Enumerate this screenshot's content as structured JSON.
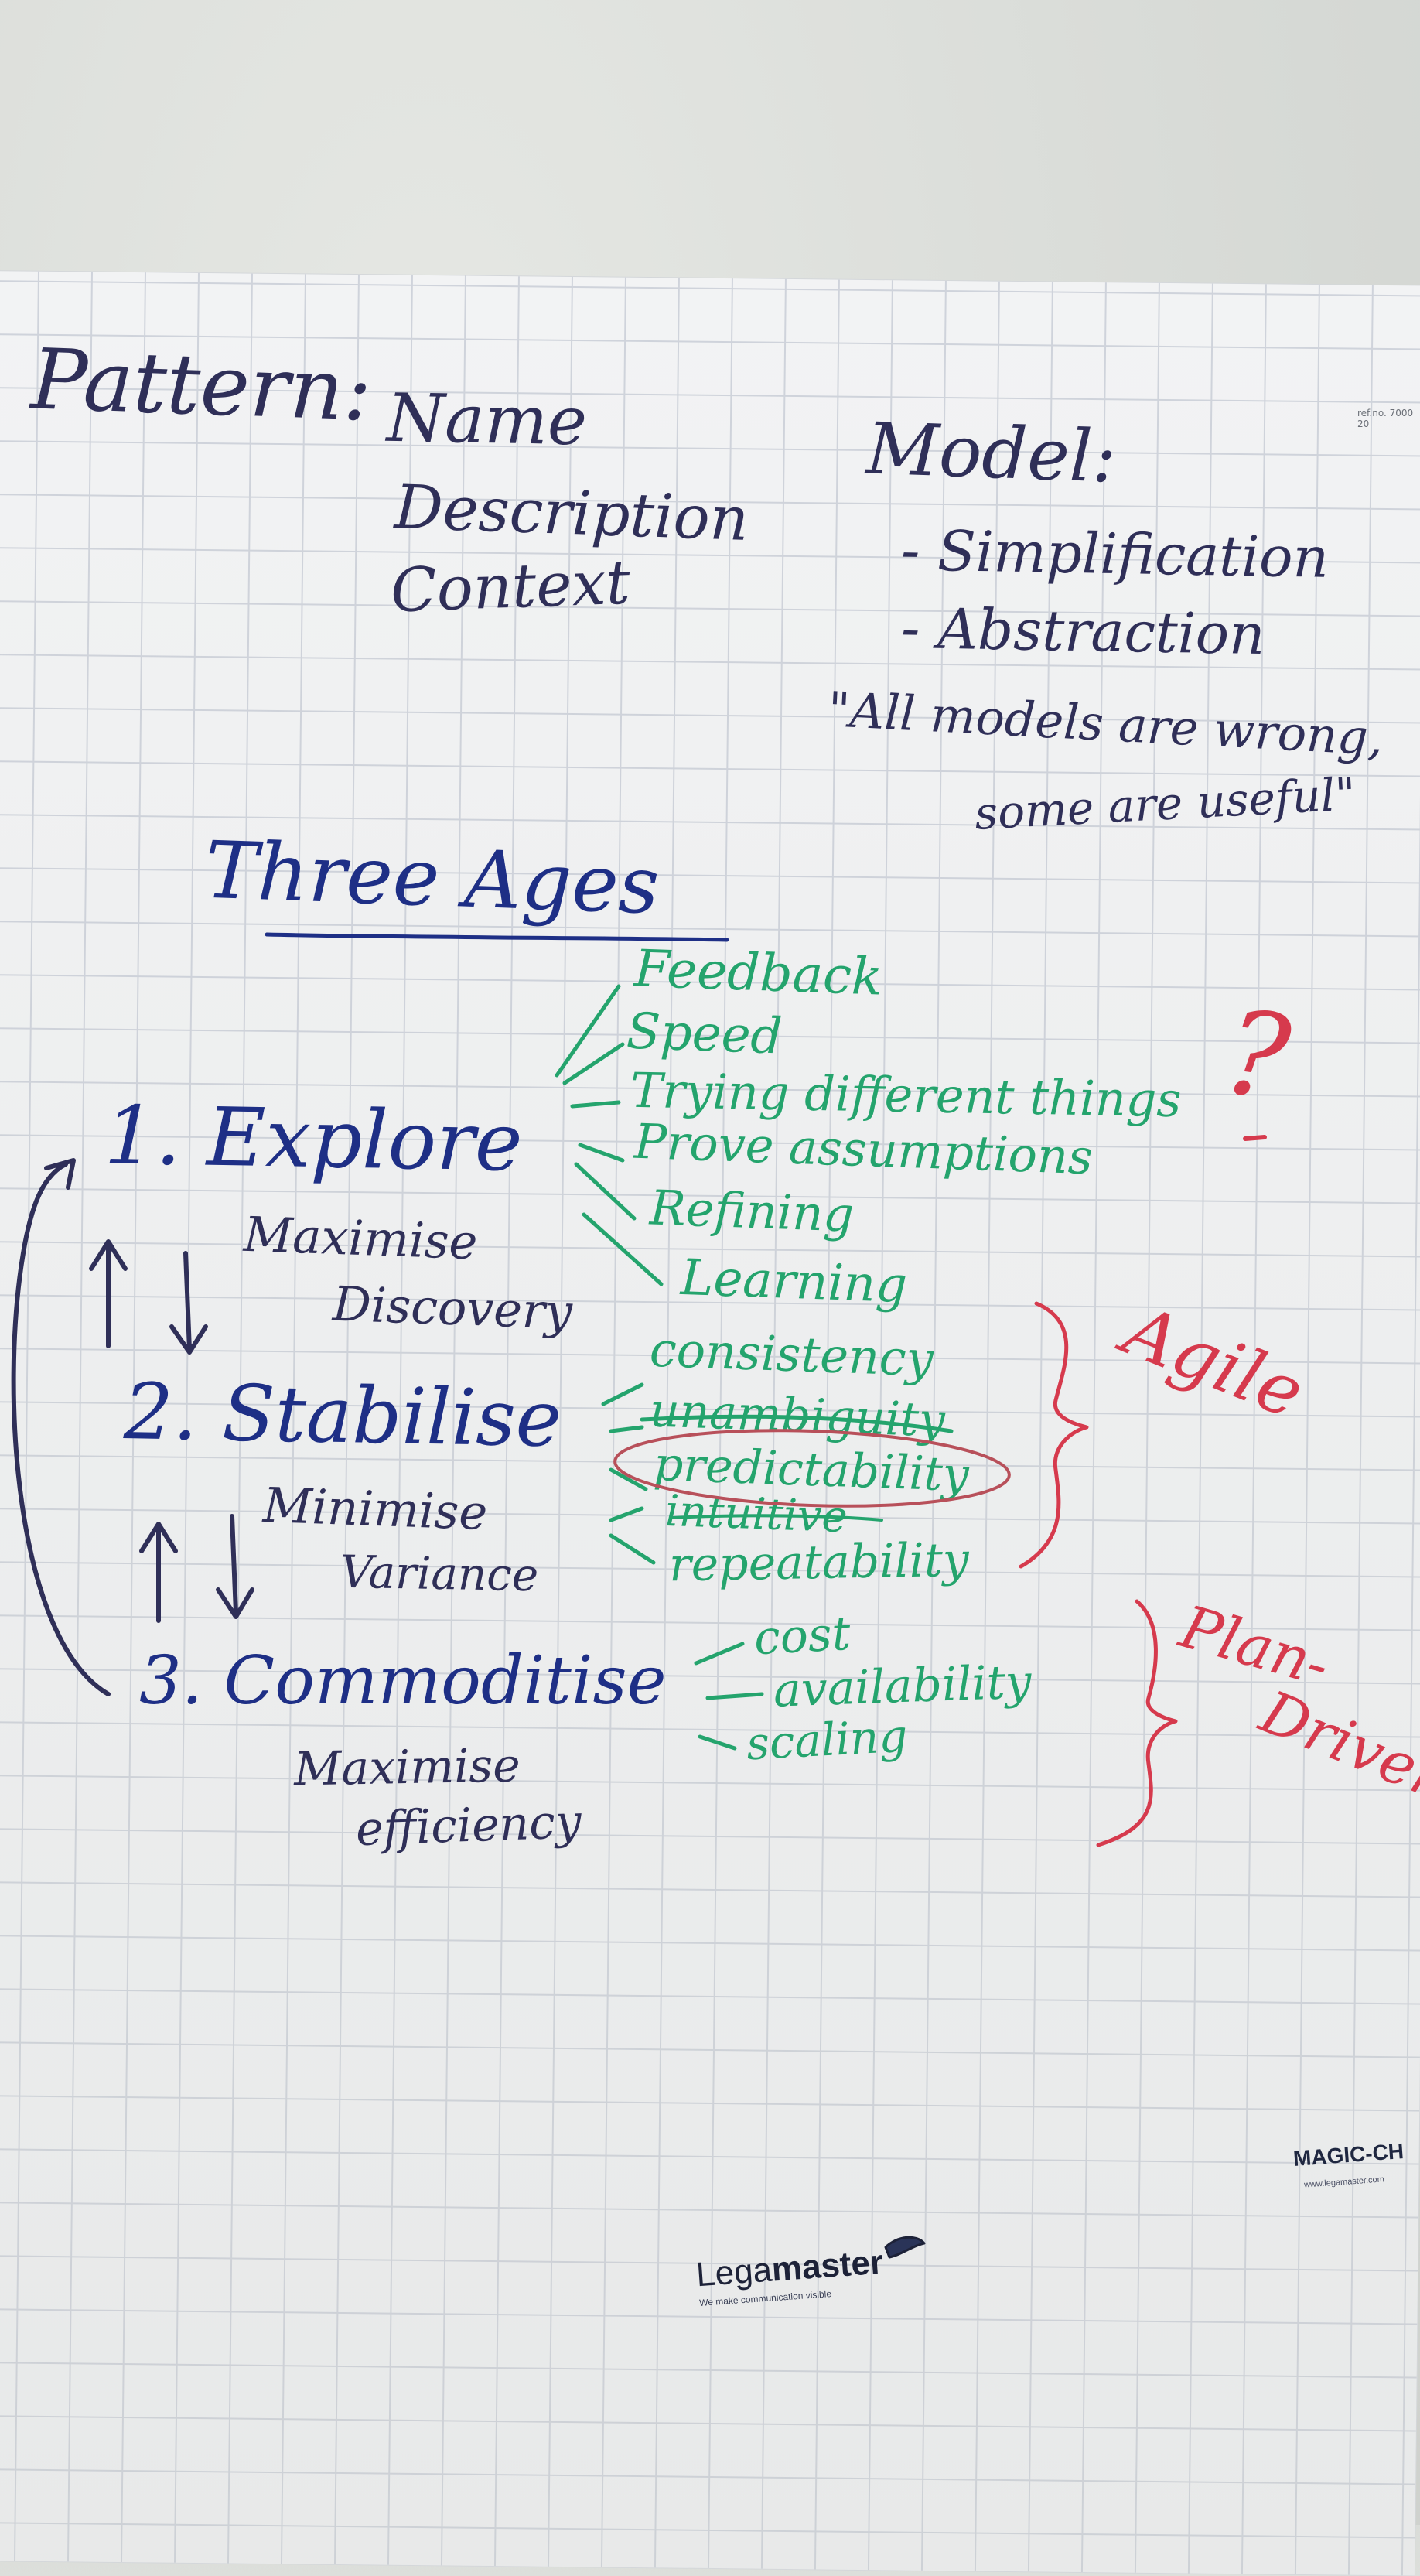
{
  "flipchart": {
    "ref_number": "ref.no. 7000 20",
    "pattern": {
      "heading": "Pattern:",
      "items": [
        "Name",
        "Description",
        "Context"
      ]
    },
    "model": {
      "heading": "Model:",
      "items": [
        "- Simplification",
        "- Abstraction"
      ],
      "quote_line1": "\"All models are wrong,",
      "quote_line2": "some are useful\""
    },
    "title": "Three Ages",
    "ages": [
      {
        "label": "1. Explore",
        "subtitle_line1": "Maximise",
        "subtitle_line2": "Discovery"
      },
      {
        "label": "2. Stabilise",
        "subtitle_line1": "Minimise",
        "subtitle_line2": "Variance"
      },
      {
        "label": "3. Commoditise",
        "subtitle_line1": "Maximise",
        "subtitle_line2": "efficiency"
      }
    ],
    "explore_traits": [
      "Feedback",
      "Speed",
      "Trying different things",
      "Prove assumptions",
      "Refining",
      "Learning"
    ],
    "stabilise_traits": [
      "consistency",
      "unambiguity",
      "predictability",
      "intuitive",
      "repeatability"
    ],
    "commoditise_traits": [
      "cost",
      "availability",
      "scaling"
    ],
    "question_mark": "?",
    "agile_label": "Agile",
    "plan_driven_label_line1": "Plan-",
    "plan_driven_label_line2": "Driven"
  },
  "branding": {
    "logo_word_regular": "Lega",
    "logo_word_bold": "master",
    "tagline": "We make communication visible",
    "product": "MAGIC-CH",
    "product_url": "www.legamaster.com"
  },
  "colors": {
    "dark_ink": "#2f2f58",
    "blue_ink": "#1e2f86",
    "green_ink": "#24a46d",
    "red_ink": "#d63a4d",
    "paper": "#f2f3f4",
    "grid": "#cfd3db"
  }
}
